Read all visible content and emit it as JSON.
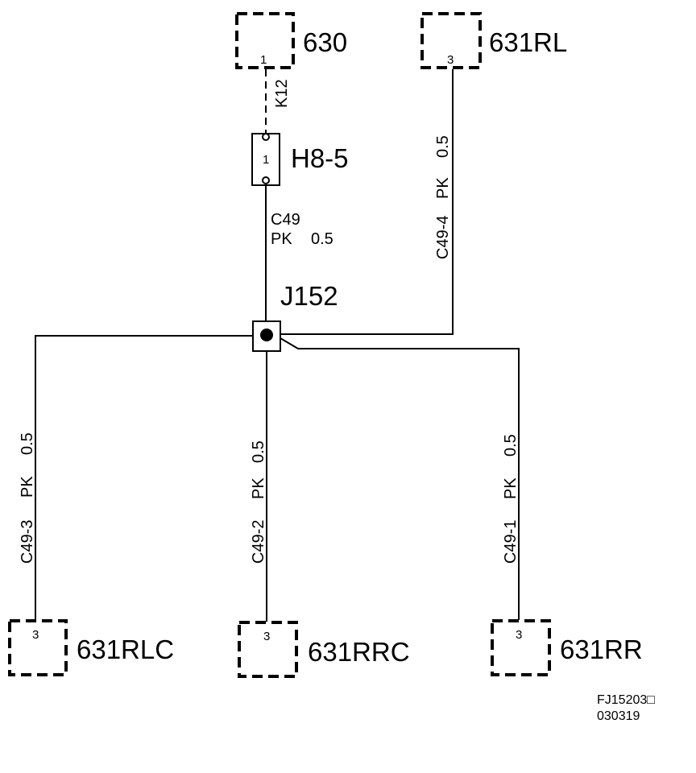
{
  "connectors": {
    "c630": {
      "label": "630",
      "pin": "1"
    },
    "c631rl": {
      "label": "631RL",
      "pin": "3"
    },
    "c631rlc": {
      "label": "631RLC",
      "pin": "3"
    },
    "c631rrc": {
      "label": "631RRC",
      "pin": "3"
    },
    "c631rr": {
      "label": "631RR",
      "pin": "3"
    }
  },
  "fuse": {
    "label": "H8-5",
    "pin": "1"
  },
  "splice": {
    "label": "J152"
  },
  "wires": {
    "k12": {
      "circuit": "K12"
    },
    "c49_top": {
      "circuit": "C49",
      "color": "PK",
      "size": "0.5"
    },
    "c49_4": {
      "circuit": "C49-4",
      "color": "PK",
      "size": "0.5"
    },
    "c49_3": {
      "circuit": "C49-3",
      "color": "PK",
      "size": "0.5"
    },
    "c49_2": {
      "circuit": "C49-2",
      "color": "PK",
      "size": "0.5"
    },
    "c49_1": {
      "circuit": "C49-1",
      "color": "PK",
      "size": "0.5"
    }
  },
  "footer": {
    "figure_id": "FJ15203□",
    "date_code": "030319"
  }
}
